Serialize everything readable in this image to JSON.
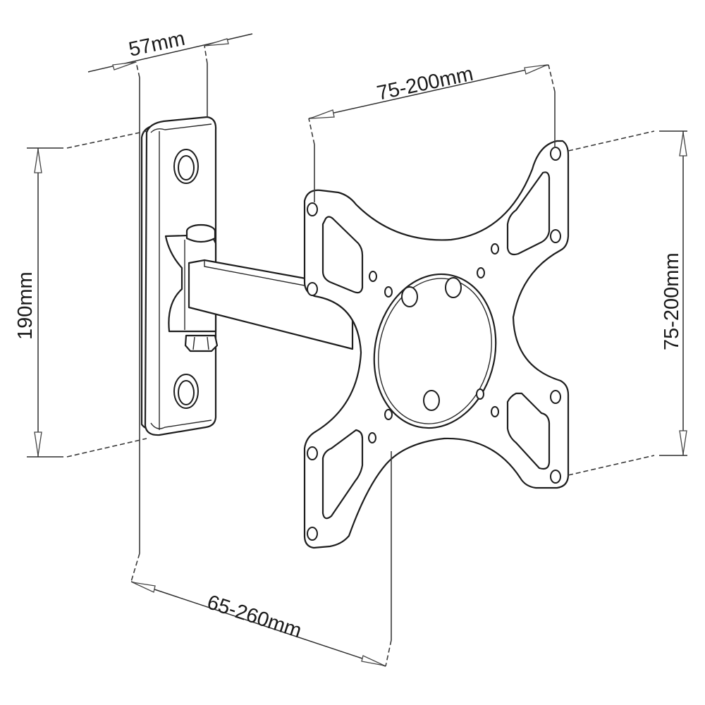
{
  "diagram": {
    "subject": "Articulating TV wall mount bracket",
    "colors": {
      "line": "#1e1e1e",
      "background": "#ffffff"
    },
    "dimensions": {
      "wall_plate_depth": "57mm",
      "wall_plate_height": "190mm",
      "vesa_horizontal": "75-200mm",
      "vesa_vertical": "75-200mm",
      "arm_extension": "65-260mm"
    },
    "parts": [
      "wall-plate",
      "pivot-hinge",
      "swing-arm",
      "vesa-plate"
    ]
  }
}
